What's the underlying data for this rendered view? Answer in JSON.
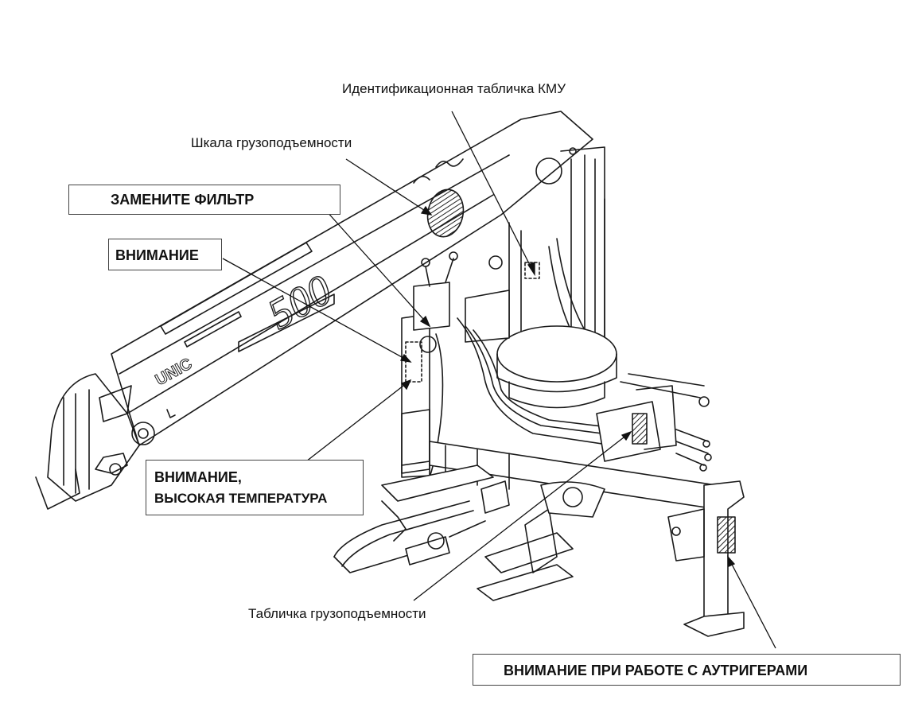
{
  "labels": {
    "id_plate": "Идентификационная табличка КМУ",
    "capacity_scale": "Шкала грузоподъемности",
    "replace_filter": "ЗАМЕНИТЕ ФИЛЬТР",
    "caution": "ВНИМАНИЕ",
    "caution_hot_line1": "ВНИМАНИЕ,",
    "caution_hot_line2": "ВЫСОКАЯ ТЕМПЕРАТУРА",
    "capacity_plate": "Табличка грузоподъемности",
    "outrigger_caution": "ВНИМАНИЕ ПРИ РАБОТЕ С АУТРИГЕРАМИ"
  },
  "crane": {
    "brand": "UNIC",
    "model": "500"
  },
  "colors": {
    "line": "#1a1a1a",
    "decal_fill": "#8a8a8a",
    "background": "#ffffff"
  }
}
